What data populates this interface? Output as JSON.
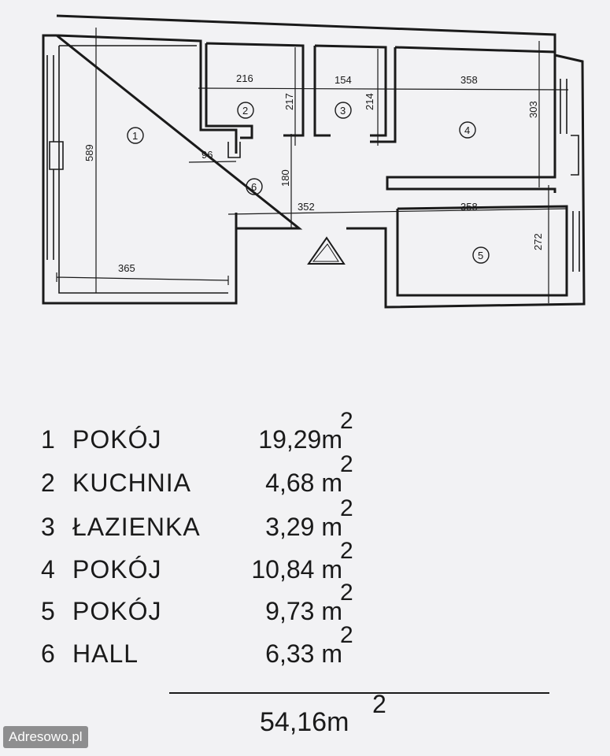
{
  "floor_plan": {
    "dimensions": {
      "room1_width": "365",
      "room1_height": "589",
      "room2_width": "216",
      "room2_height": "217",
      "room3_width": "154",
      "room3_height": "214",
      "room4_width": "358",
      "room4_height": "303",
      "room5_width": "358",
      "room5_height": "272",
      "hall_width": "352",
      "hall_height": "180",
      "niche_width": "96"
    },
    "room_numbers": [
      "1",
      "2",
      "3",
      "4",
      "5",
      "6"
    ]
  },
  "legend": {
    "rooms": [
      {
        "num": "1",
        "name": "POKÓJ",
        "area": "19,29m",
        "sup": "2"
      },
      {
        "num": "2",
        "name": "KUCHNIA",
        "area": "4,68 m",
        "sup": "2"
      },
      {
        "num": "3",
        "name": "ŁAZIENKA",
        "area": "3,29 m",
        "sup": "2"
      },
      {
        "num": "4",
        "name": "POKÓJ",
        "area": "10,84 m",
        "sup": "2"
      },
      {
        "num": "5",
        "name": "POKÓJ",
        "area": "9,73 m",
        "sup": "2"
      },
      {
        "num": "6",
        "name": "HALL",
        "area": "6,33 m",
        "sup": "2"
      }
    ],
    "total": "54,16m",
    "total_sup": "2"
  },
  "watermark": "Adresowo.pl"
}
